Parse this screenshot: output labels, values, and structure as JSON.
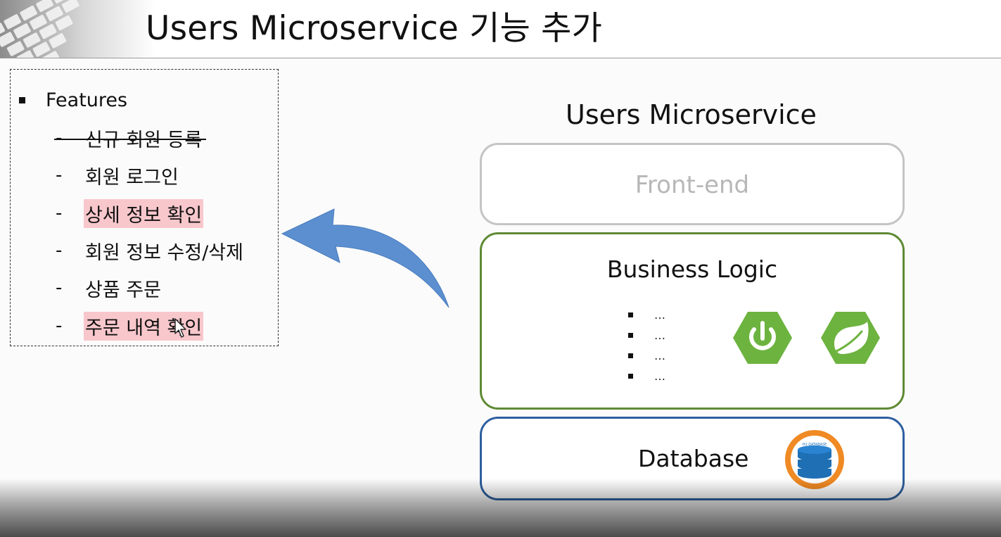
{
  "slide": {
    "title": "Users Microservice 기능 추가"
  },
  "features": {
    "heading": "Features",
    "items": [
      {
        "dash": "-",
        "text": "신규 회원 등록",
        "struck": true,
        "highlighted": false
      },
      {
        "dash": "-",
        "text": "회원 로그인",
        "struck": false,
        "highlighted": false
      },
      {
        "dash": "-",
        "text": "상세 정보 확인",
        "struck": false,
        "highlighted": true
      },
      {
        "dash": "-",
        "text": "회원 정보 수정/삭제",
        "struck": false,
        "highlighted": false
      },
      {
        "dash": "-",
        "text": "상품 주문",
        "struck": false,
        "highlighted": false
      },
      {
        "dash": "-",
        "text": "주문 내역 확인",
        "struck": false,
        "highlighted": true
      }
    ]
  },
  "diagram": {
    "title": "Users Microservice",
    "front_end": "Front-end",
    "business_logic": "Business Logic",
    "business_items": [
      "…",
      "…",
      "…",
      "…"
    ],
    "database": "Database",
    "database_logo_text": "H2 DATABASE"
  },
  "colors": {
    "highlight": "#f8c7cc",
    "front_end_border": "#c4c4c4",
    "business_border": "#5e8a34",
    "database_border": "#2e5fa0",
    "arrow": "#5b8fd0",
    "spring_green": "#6db33f"
  },
  "icons": {
    "arrow": "curved-arrow-icon",
    "spring_boot": "spring-boot-icon",
    "spring": "spring-leaf-icon",
    "h2": "h2-database-icon",
    "cursor": "mouse-cursor-icon"
  }
}
